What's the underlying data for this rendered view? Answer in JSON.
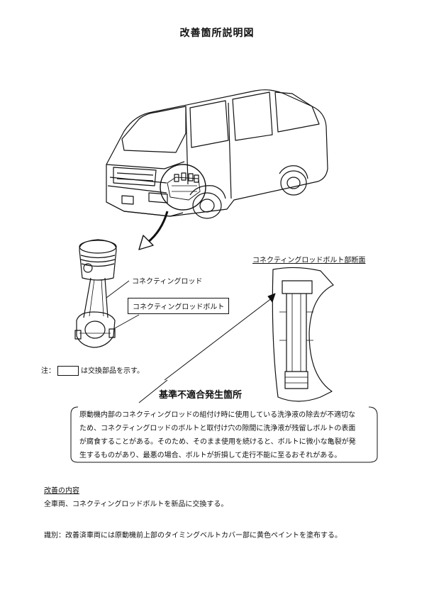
{
  "title": "改善箇所説明図",
  "labels": {
    "conrod": "コネクティングロッド",
    "conrod_bolt": "コネクティングロッドボルト",
    "section_view": "コネクティングロッドボルト部断面",
    "note_prefix": "注：",
    "note_suffix": "は交換部品を示す。",
    "defect_location": "基準不適合発生箇所"
  },
  "defect_description": [
    "原動機内部のコネクティングロッドの組付け時に使用している洗浄液の除去が不適切な",
    "ため、コネクティングロッドのボルトと取付け穴の隙間に洗浄液が残留しボルトの表面",
    "が腐食することがある。そのため、そのまま使用を続けると、ボルトに微小な亀裂が発",
    "生するものがあり、最悪の場合、ボルトが折損して走行不能に至るおそれがある。"
  ],
  "improvement": {
    "heading": "改善の内容",
    "text": "全車両、コネクティングロッドボルトを新品に交換する。"
  },
  "identification": "識別：改善済車両には原動機前上部のタイミングベルトカバー部に黄色ペイントを塗布する。"
}
